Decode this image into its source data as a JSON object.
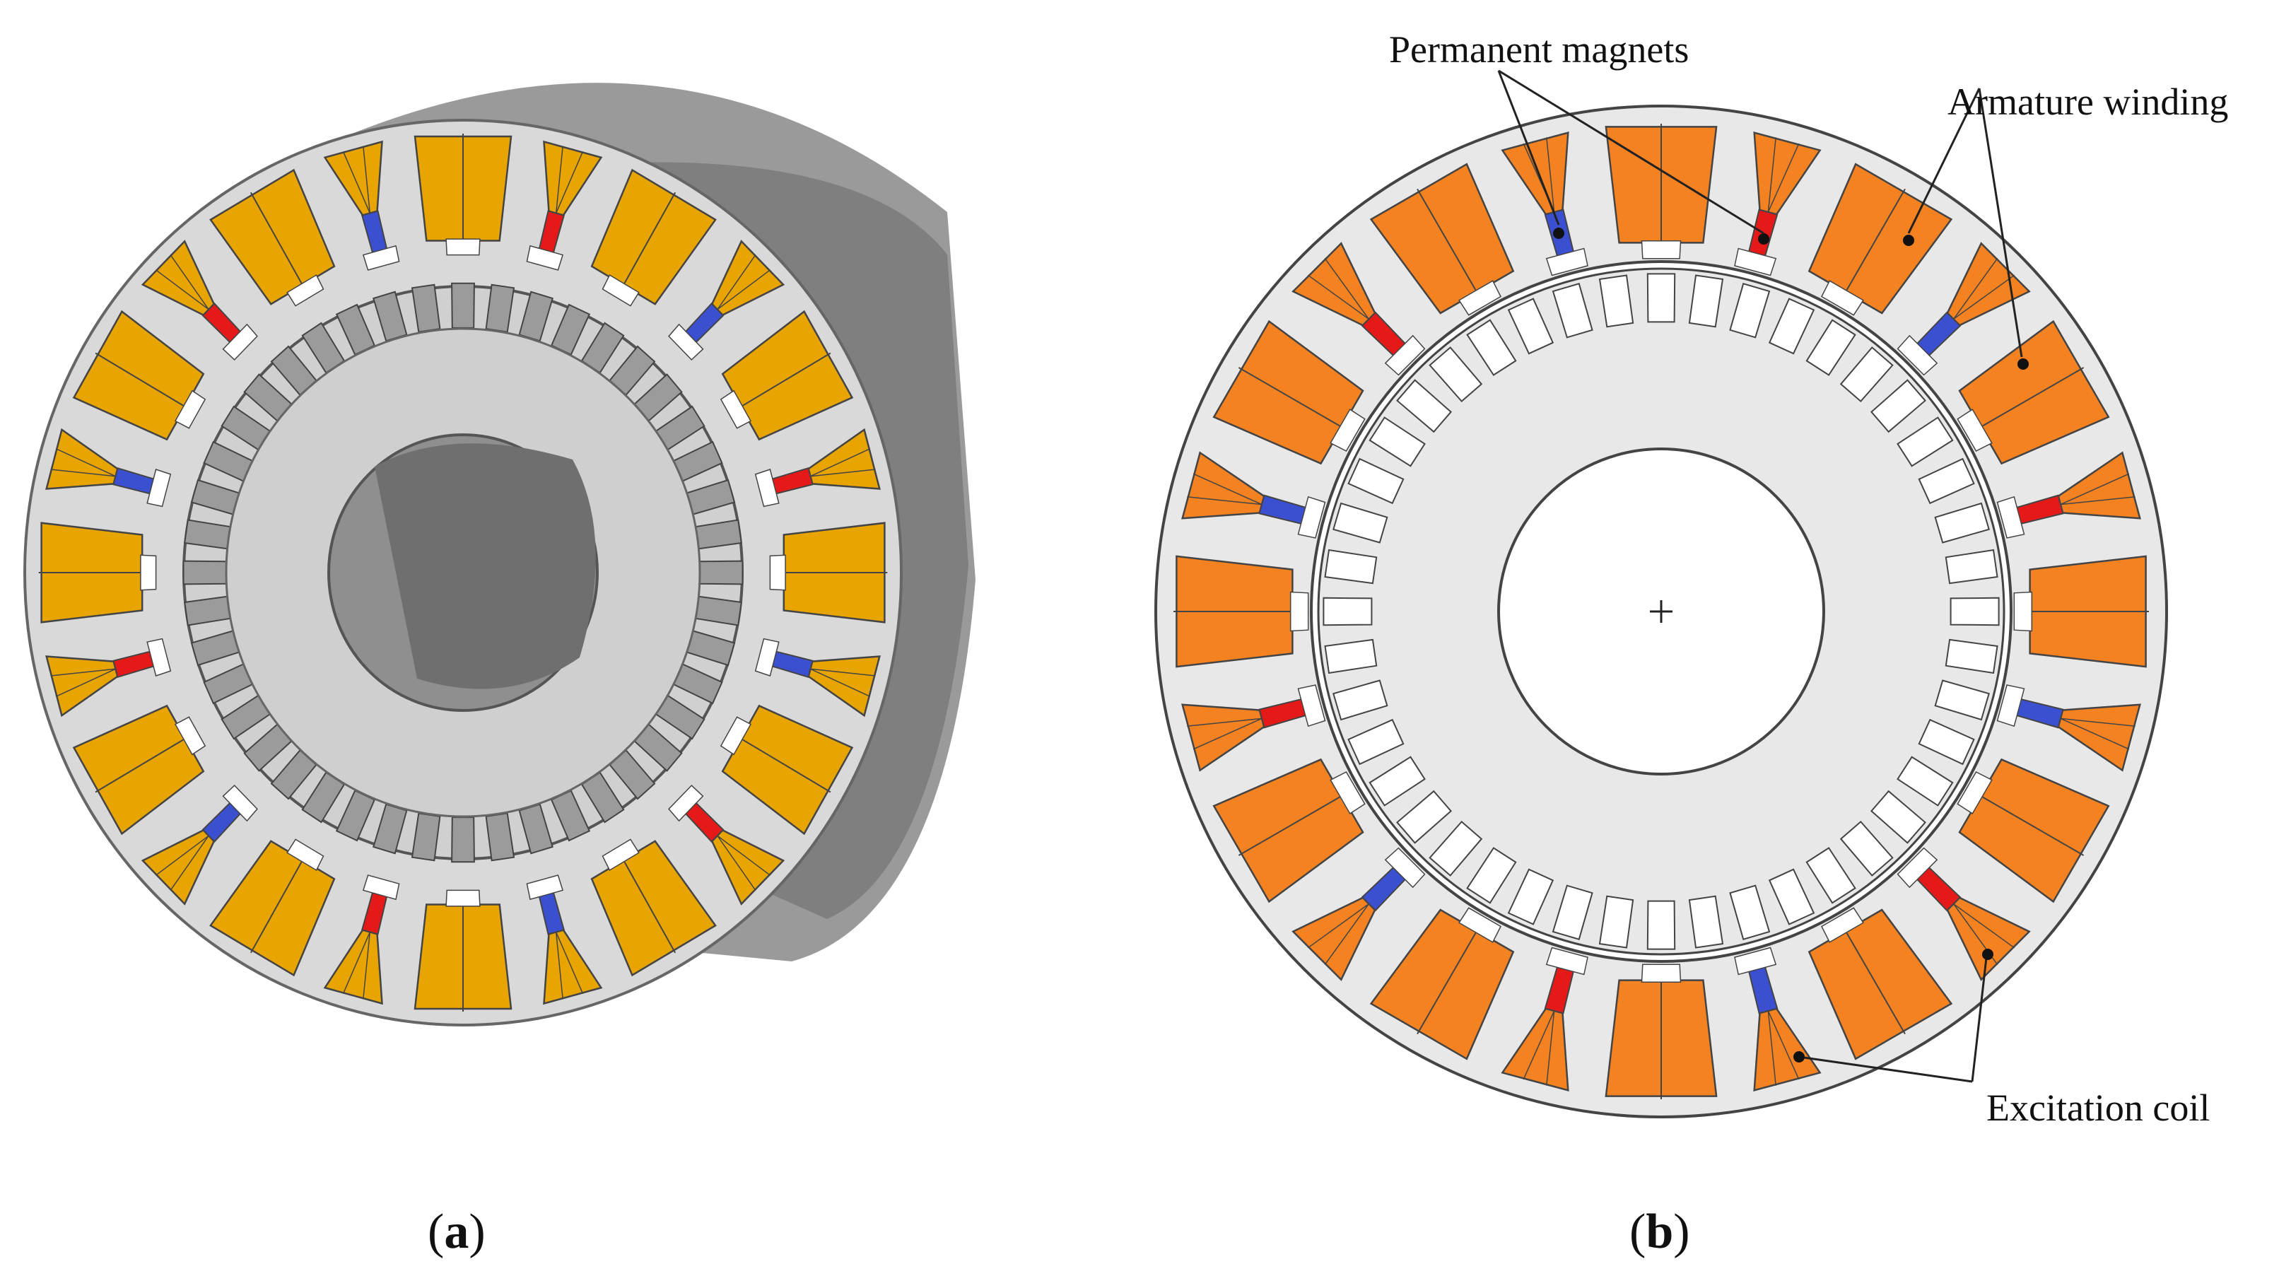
{
  "labels": {
    "permanent_magnets": "Permanent magnets",
    "armature_winding": "Armature winding",
    "excitation_coil": "Excitation coil"
  },
  "captions": {
    "a_letter": "a",
    "b_letter": "b",
    "open": "(",
    "close": ")"
  },
  "colors": {
    "core": "#e8e8e8",
    "outline": "#444444",
    "coil_3d": "#e8a400",
    "coil_2d": "#f58220",
    "magnet_red": "#e61919",
    "magnet_blue": "#3b4fd1",
    "housing_dark": "#8a8a8a",
    "housing_mid": "#a5a5a5"
  }
}
